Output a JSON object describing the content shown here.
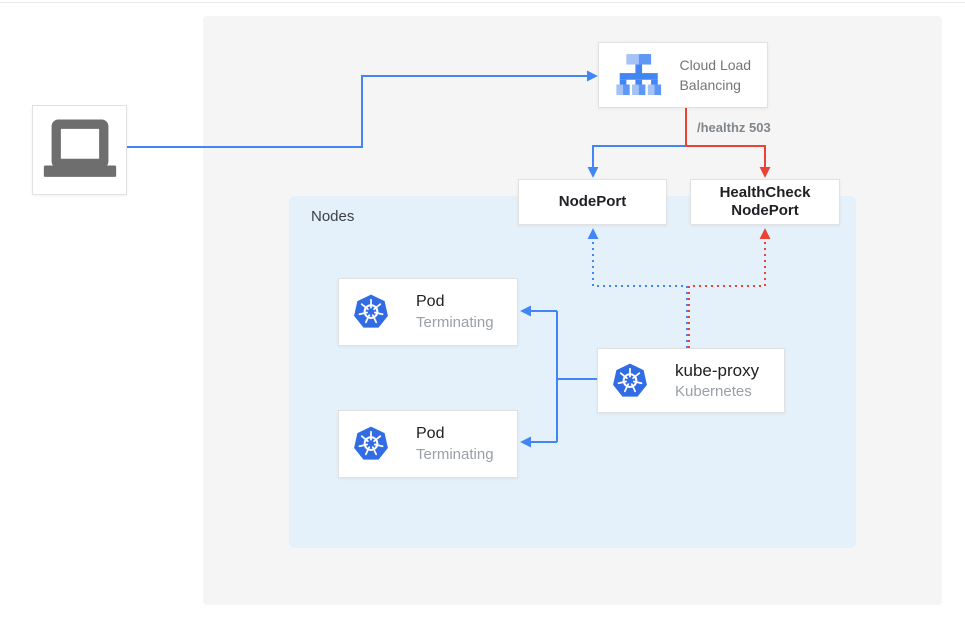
{
  "colors": {
    "traffic_blue": "#4285F4",
    "health_red": "#EA4335",
    "kubernetes_blue": "#326CE5",
    "panel_bg": "#F5F5F5",
    "nodes_bg": "#E4F1FB"
  },
  "client": {
    "icon": "laptop-icon"
  },
  "load_balancer": {
    "label": "Cloud Load Balancing"
  },
  "health_check_label": "/healthz 503",
  "node_port": {
    "label": "NodePort"
  },
  "health_check_node_port": {
    "label": "HealthCheck NodePort"
  },
  "nodes_group": {
    "label": "Nodes"
  },
  "kube_proxy": {
    "label": "kube-proxy",
    "sublabel": "Kubernetes"
  },
  "pods": [
    {
      "label": "Pod",
      "status": "Terminating"
    },
    {
      "label": "Pod",
      "status": "Terminating"
    }
  ]
}
